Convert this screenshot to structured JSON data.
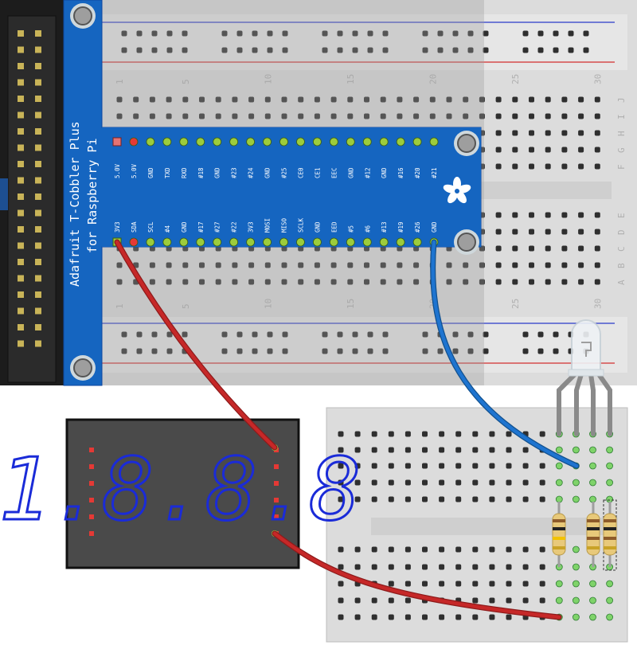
{
  "diagram": {
    "title_line1": "Adafruit T-Cobbler Plus",
    "title_line2": "for Raspberry Pi",
    "top_pins": [
      "5.0V",
      "5.0V",
      "GND",
      "TXD",
      "RXD",
      "#18",
      "GND",
      "#23",
      "#24",
      "GND",
      "#25",
      "CE0",
      "CE1",
      "EEC",
      "GND",
      "#12",
      "GND",
      "#16",
      "#20",
      "#21"
    ],
    "bottom_pins": [
      "3V3",
      "SDA",
      "SCL",
      "#4",
      "GND",
      "#17",
      "#27",
      "#22",
      "3V3",
      "MOSI",
      "MISO",
      "SCLK",
      "GND",
      "EED",
      "#5",
      "#6",
      "#13",
      "#19",
      "#26",
      "GND"
    ],
    "column_numbers": [
      "1",
      "5",
      "10",
      "15",
      "20",
      "25",
      "30"
    ],
    "row_letters_top": [
      "J",
      "I",
      "H",
      "G",
      "F"
    ],
    "row_letters_bottom": [
      "E",
      "D",
      "C",
      "B",
      "A"
    ],
    "display_text": "1.8.8.8",
    "colors": {
      "cobbler_blue": "#1565c0",
      "board_grey": "#d9d9d9",
      "wire_red": "#c62828",
      "wire_blue": "#1e74d0",
      "segment_blue": "#1a2bd8",
      "pin_green": "#9ccc3c",
      "pin_red": "#e53935"
    }
  }
}
